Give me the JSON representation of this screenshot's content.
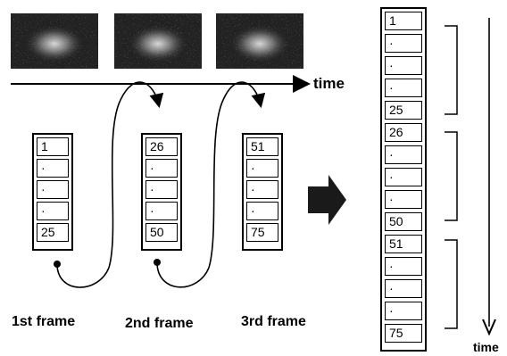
{
  "time_label_top": "time",
  "time_label_right": "time",
  "frames": [
    {
      "label": "1st frame",
      "cells": [
        "1",
        "·",
        "·",
        "·",
        "25"
      ]
    },
    {
      "label": "2nd frame",
      "cells": [
        "26",
        "·",
        "·",
        "·",
        "50"
      ]
    },
    {
      "label": "3rd frame",
      "cells": [
        "51",
        "·",
        "·",
        "·",
        "75"
      ]
    }
  ],
  "combined": {
    "cells": [
      "1",
      "·",
      "·",
      "·",
      "25",
      "26",
      "·",
      "·",
      "·",
      "50",
      "51",
      "·",
      "·",
      "·",
      "75"
    ]
  },
  "colors": {
    "ink": "#000000",
    "arrow_fill": "#1a1a1a",
    "image_bg": "#202020"
  },
  "icons": {
    "arrow": "right-block-arrow-icon",
    "time_arrow": "down-arrow-icon"
  }
}
